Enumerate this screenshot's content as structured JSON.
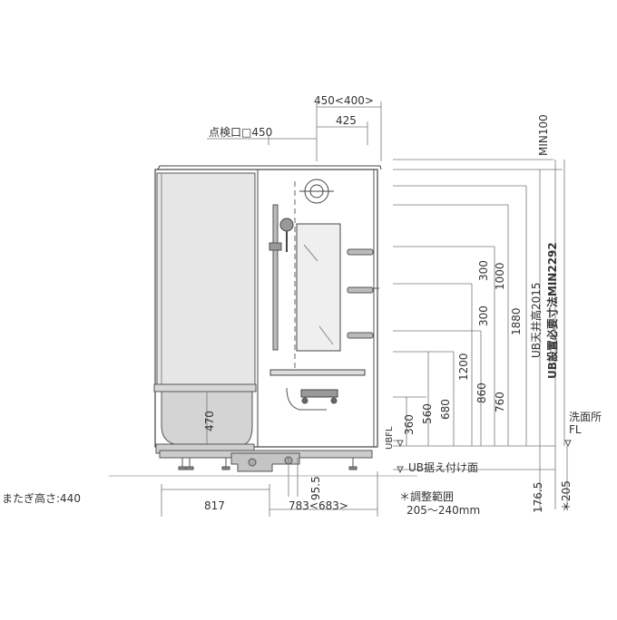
{
  "labels": {
    "top_450_400": "450<400>",
    "top_425": "425",
    "inspection": "点検口□450",
    "min100": "MIN100",
    "d300a": "300",
    "d1000": "1000",
    "d300b": "300",
    "d1880": "1880",
    "d1200": "1200",
    "d860": "860",
    "d760": "760",
    "d360": "360",
    "d560": "560",
    "d680": "680",
    "d470": "470",
    "ub_ceiling": "UB天井高2015",
    "ub_install": "UB設置必要寸法MIN2292",
    "senmen": "洗面所",
    "fl": "FL",
    "ubfl": "UBFL",
    "ub_base": "UB据え付け面",
    "d176_5": "176.5",
    "d205": "＊205",
    "matagi": "またぎ高さ:440",
    "d817": "817",
    "d783": "783<683>",
    "d95_5": "95.5",
    "adjust_1": "＊調整範囲",
    "adjust_2": "205～240mm"
  }
}
